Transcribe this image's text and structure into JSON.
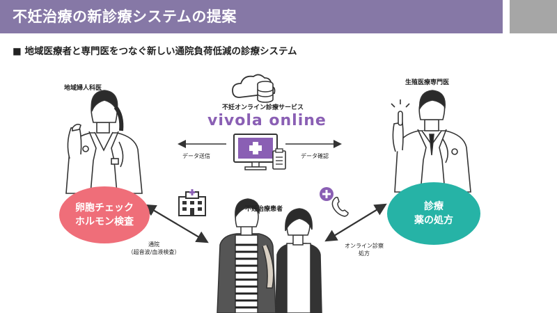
{
  "header": {
    "title": "不妊治療の新診療システムの提案"
  },
  "subtitle": "■ 地域医療者と専門医をつなぐ新しい通院負荷低減の診療システム",
  "service": {
    "caption": "不妊オンライン診療サービス",
    "name": "vivola online",
    "left_arrow_label": "データ送信",
    "right_arrow_label": "データ確認"
  },
  "left_doctor": {
    "label": "地域婦人科医",
    "oval_line1": "卵胞チェック",
    "oval_line2": "ホルモン検査"
  },
  "right_doctor": {
    "label": "生殖医療専門医",
    "oval_line1": "診療",
    "oval_line2": "薬の処方"
  },
  "patients": {
    "label": "不妊治療患者"
  },
  "left_link": {
    "line1": "通院",
    "line2": "（超音波/血液検査）"
  },
  "right_link": {
    "line1": "オンライン診察",
    "line2": "処方"
  },
  "colors": {
    "title_bar": "#8678a6",
    "corner_block": "#a6a6a6",
    "accent_purple": "#8a5fb4",
    "oval_pink": "#ef6e79",
    "oval_teal": "#26b3a6"
  }
}
